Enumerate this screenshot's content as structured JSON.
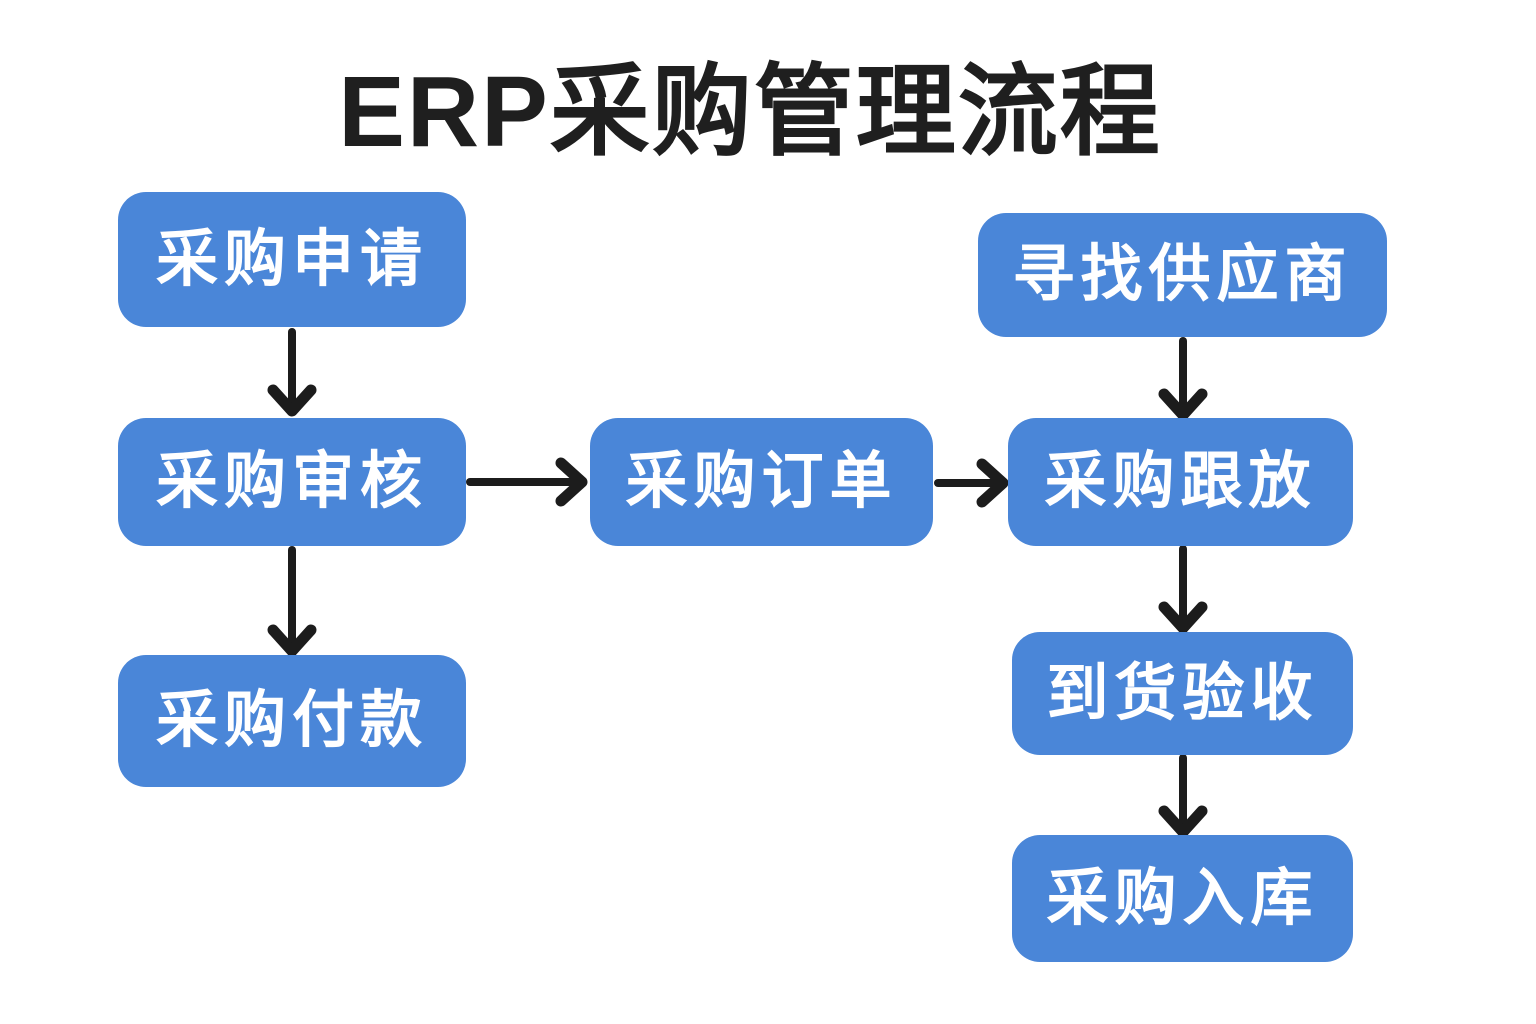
{
  "title": "ERP采购管理流程",
  "colors": {
    "node_fill": "#4a86d8",
    "node_text": "#ffffff",
    "arrow": "#1c1c1c",
    "title_text": "#1f1f1f",
    "background": "#ffffff"
  },
  "nodes": [
    {
      "id": "purchase-request",
      "label": "采购申请"
    },
    {
      "id": "purchase-review",
      "label": "采购审核"
    },
    {
      "id": "purchase-payment",
      "label": "采购付款"
    },
    {
      "id": "purchase-order",
      "label": "采购订单"
    },
    {
      "id": "find-supplier",
      "label": "寻找供应商"
    },
    {
      "id": "purchase-follow",
      "label": "采购跟放"
    },
    {
      "id": "arrival-inspection",
      "label": "到货验收"
    },
    {
      "id": "purchase-warehouse",
      "label": "采购入库"
    }
  ],
  "edges": [
    {
      "from": "采购申请",
      "to": "采购审核"
    },
    {
      "from": "采购审核",
      "to": "采购付款"
    },
    {
      "from": "采购审核",
      "to": "采购订单"
    },
    {
      "from": "采购订单",
      "to": "采购跟放"
    },
    {
      "from": "寻找供应商",
      "to": "采购跟放"
    },
    {
      "from": "采购跟放",
      "to": "到货验收"
    },
    {
      "from": "到货验收",
      "to": "采购入库"
    }
  ]
}
